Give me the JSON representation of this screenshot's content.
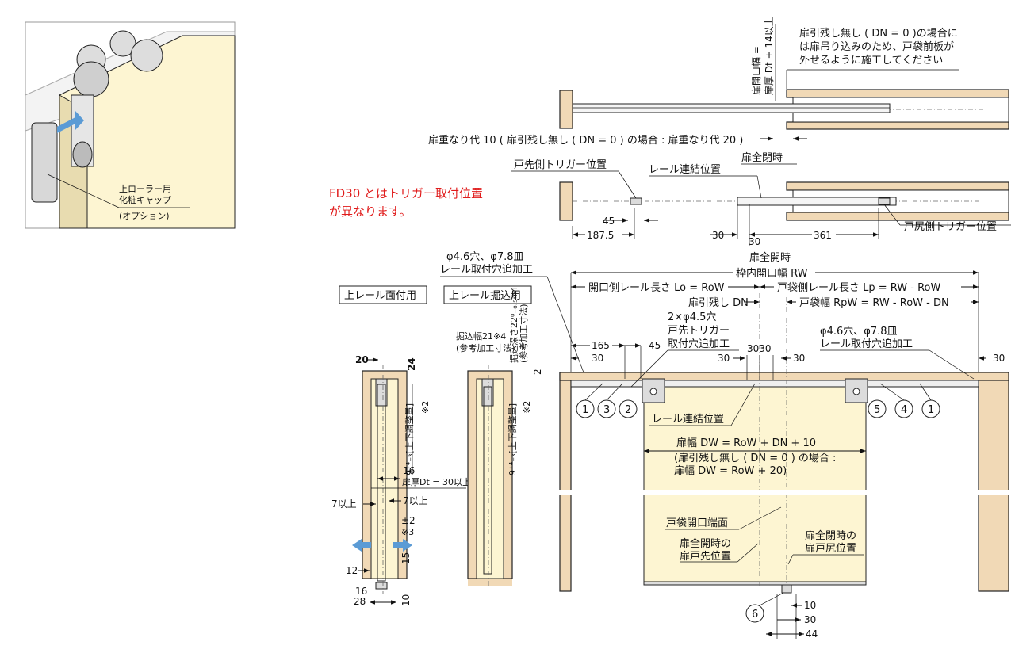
{
  "colors": {
    "wood": "#f1d9b6",
    "door": "#fdf5d2",
    "note_red": "#e01b1b",
    "arrow_blue": "#5b9bd5"
  },
  "inset": {
    "cap_label_1": "上ローラー用",
    "cap_label_2": "化粧キャップ",
    "cap_label_3": "(オプション)"
  },
  "red_note": {
    "line1": "FD30 とはトリガー取付位置",
    "line2": "が異なります。"
  },
  "top_view": {
    "opening_rot_1": "扉開口幅 =",
    "opening_rot_2": "扉厚 Dt + 14以上",
    "note_1": "扉引残し無し ( DN = 0 )の場合に",
    "note_2": "は扉吊り込みのため、戸袋前板が",
    "note_3": "外せるように施工してください",
    "overlap": "扉重なり代 10 ( 扉引残し無し ( DN = 0 ) の場合 : 扉重なり代 20 )"
  },
  "closed_view": {
    "title": "扉全閉時",
    "front_trigger": "戸先側トリガー位置",
    "rail_joint": "レール連結位置",
    "rear_trigger": "戸尻側トリガー位置",
    "d45": "45",
    "d187": "187.5",
    "d30a": "30",
    "d30b": "30",
    "d361": "361"
  },
  "section": {
    "hole_1": "φ4.6穴、φ7.8皿",
    "hole_2": "レール取付穴追加工",
    "surface": "上レール面付用",
    "recessed": "上レール掘込用",
    "d20": "20",
    "d24": "24",
    "adjust": "9⁺⁴₋₃[上下調整量]",
    "note2": "※2",
    "d16": "16",
    "thickness": "扉厚Dt = 30以上",
    "min7a": "7以上",
    "min7b": "7以上",
    "pm2": "±2",
    "note3": "※3",
    "d12": "12",
    "d15": "15",
    "d16b": "16",
    "d28": "28",
    "d10": "10",
    "dig_w_1": "掘込幅21※4",
    "dig_w_2": "(参考加工寸法)",
    "dig_d_1": "掘込深さ22⁰₋₀.₅※4",
    "dig_d_2": "(参考加工寸法)",
    "d2": "2"
  },
  "open_view": {
    "title": "扉全開時",
    "frame_width": "枠内開口幅 RW",
    "rail_open": "開口側レール長さ Lo = RoW",
    "rail_pocket": "戸袋側レール長さ Lp = RW - RoW",
    "remain": "扉引残し DN",
    "pocket_w": "戸袋幅 RpW = RW - RoW - DN",
    "hole2_1": "2×φ4.5穴",
    "hole2_2": "戸先トリガー",
    "hole2_3": "取付穴追加工",
    "hole3_1": "φ4.6穴、φ7.8皿",
    "hole3_2": "レール取付穴追加工",
    "d165": "165",
    "d45": "45",
    "d30l": "30",
    "d30m": "30",
    "d3030": "3030",
    "d30r": "30",
    "d30rr": "30",
    "rail_joint": "レール連結位置",
    "door_w_1": "扉幅 DW = RoW + DN + 10",
    "door_w_2": "(扉引残し無し ( DN = 0 ) の場合 :",
    "door_w_3": "扉幅 DW = RoW + 20)",
    "pocket_edge": "戸袋開口端面",
    "open_front_1": "扉全開時の",
    "open_front_2": "扉戸先位置",
    "closed_rear_1": "扉全閉時の",
    "closed_rear_2": "扉戸尻位置",
    "d10": "10",
    "d30": "30",
    "d44": "44",
    "parts": [
      "1",
      "3",
      "2",
      "5",
      "4",
      "1",
      "6"
    ]
  }
}
